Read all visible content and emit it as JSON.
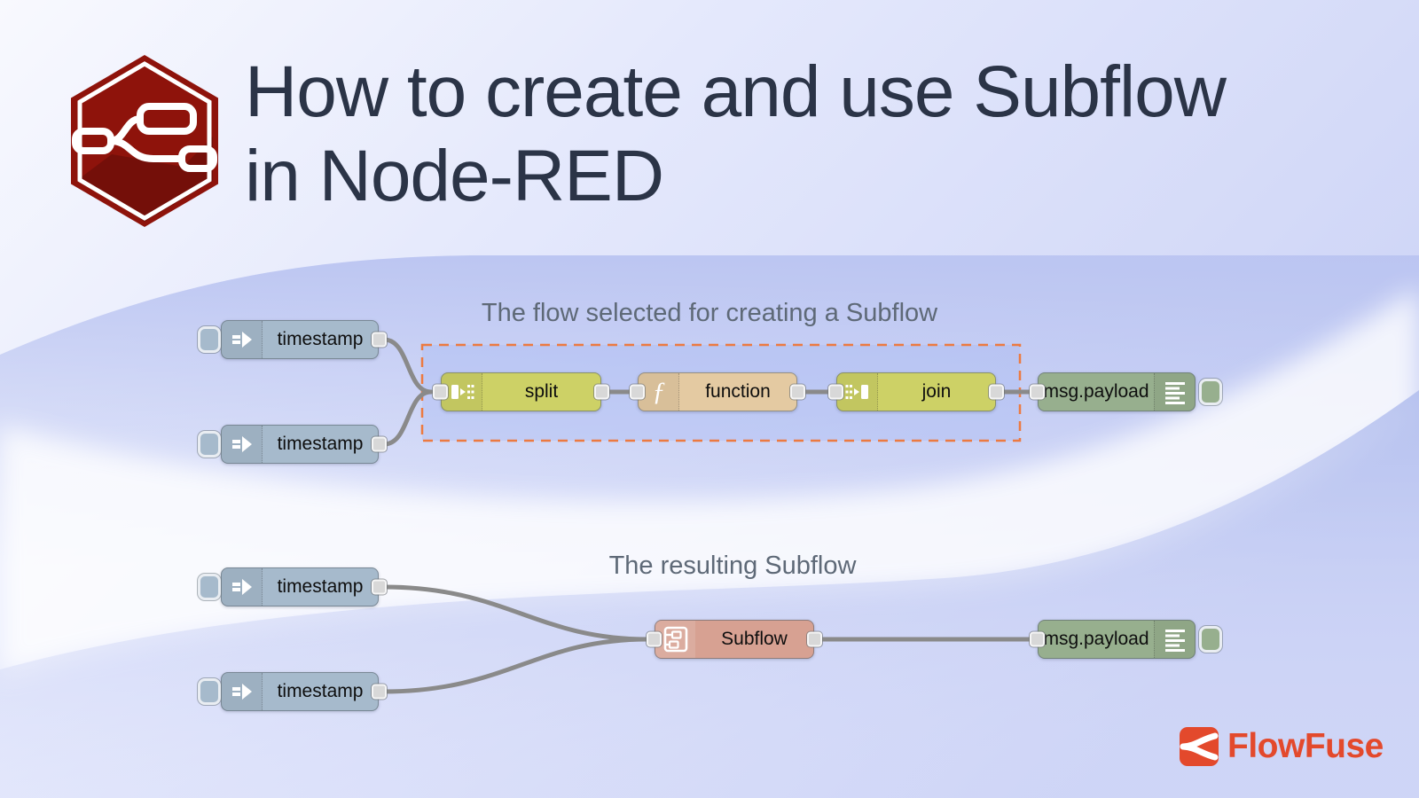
{
  "header": {
    "title_line1": "How to create and use Subflow",
    "title_line2": "in Node-RED",
    "logo": "node-red-hexagon-logo"
  },
  "flow1": {
    "caption": "The flow selected for creating a Subflow",
    "selection_box": "dashed-orange-selection-around-split-function-join",
    "nodes": [
      {
        "type": "inject",
        "label": "timestamp"
      },
      {
        "type": "inject",
        "label": "timestamp"
      },
      {
        "type": "split",
        "label": "split"
      },
      {
        "type": "function",
        "label": "function"
      },
      {
        "type": "join",
        "label": "join"
      },
      {
        "type": "debug",
        "label": "msg.payload"
      }
    ]
  },
  "flow2": {
    "caption": "The resulting Subflow",
    "nodes": [
      {
        "type": "inject",
        "label": "timestamp"
      },
      {
        "type": "inject",
        "label": "timestamp"
      },
      {
        "type": "subflow",
        "label": "Subflow"
      },
      {
        "type": "debug",
        "label": "msg.payload"
      }
    ]
  },
  "footer": {
    "brand": "FlowFuse"
  },
  "colors": {
    "background_top_left": "#f8f9fe",
    "background_lavender": "#ccd3f6",
    "wave_periwinkle": "#bac4f1",
    "wave_white": "#ffffff",
    "title_text": "#2b3447",
    "caption_text": "#5e6977",
    "node_inject": "#a6bacc",
    "node_split_join": "#cdd166",
    "node_function": "#e4caa2",
    "node_debug": "#97af8e",
    "node_subflow": "#d7a192",
    "node_label": "#0e0e0e",
    "wire": "#8a8a8a",
    "port": "#d8d8d8",
    "selection_dash": "#ec7a41",
    "selection_fill": "rgba(160,180,242,0.30)",
    "node_red_brand": "#8e130b",
    "flowfuse_brand": "#e3492c"
  }
}
